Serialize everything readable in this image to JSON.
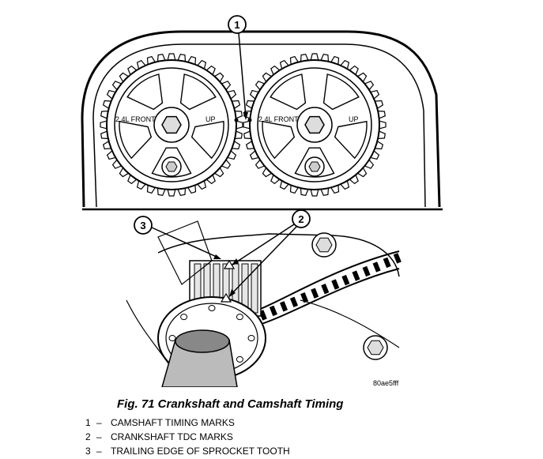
{
  "upper": {
    "sprocket_left": {
      "text_front": "2.4L FRONT",
      "text_up": "UP"
    },
    "sprocket_right": {
      "text_front": "2.4L FRONT",
      "text_up": "UP"
    },
    "callout_1": "1"
  },
  "lower": {
    "callout_2": "2",
    "callout_3": "3",
    "image_code": "80ae5fff"
  },
  "caption": "Fig. 71 Crankshaft and Camshaft Timing",
  "legend": [
    {
      "num": "1",
      "dash": "–",
      "text": "CAMSHAFT TIMING MARKS"
    },
    {
      "num": "2",
      "dash": "–",
      "text": "CRANKSHAFT TDC MARKS"
    },
    {
      "num": "3",
      "dash": "–",
      "text": "TRAILING EDGE OF SPROCKET TOOTH"
    }
  ]
}
